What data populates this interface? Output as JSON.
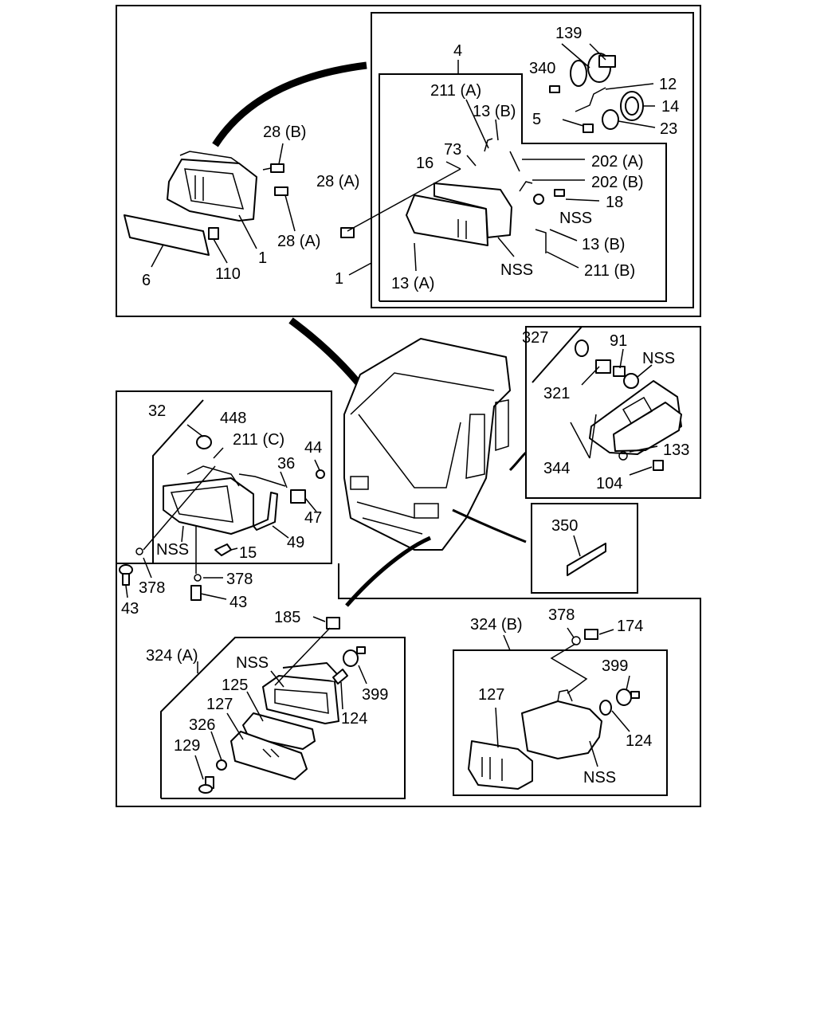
{
  "callouts": {
    "c139": "139",
    "c340": "340",
    "c4": "4",
    "c211a": "211 (A)",
    "c13b_top": "13 (B)",
    "c12": "12",
    "c14": "14",
    "c5": "5",
    "c23": "23",
    "c73": "73",
    "c16": "16",
    "c202a": "202 (A)",
    "c202b": "202 (B)",
    "c28b": "28 (B)",
    "c28a_left": "28 (A)",
    "c28a_mid": "28 (A)",
    "c18": "18",
    "c nss_a": "NSS",
    "c13b_low": "13 (B)",
    "c211b": "211 (B)",
    "cnss_b": "NSS",
    "c6": "6",
    "c110": "110",
    "c1_a": "1",
    "c1_b": "1",
    "c13a": "13 (A)",
    "c327": "327",
    "c91": "91",
    "cnss_c": "NSS",
    "c321": "321",
    "c344": "344",
    "c133": "133",
    "c104": "104",
    "c32": "32",
    "c448": "448",
    "c211c": "211 (C)",
    "c44": "44",
    "c36": "36",
    "c47": "47",
    "c49": "49",
    "cnss_d": "NSS",
    "c15": "15",
    "c378_a": "378",
    "c378_b": "378",
    "c43_a": "43",
    "c43_b": "43",
    "c350": "350",
    "c185": "185",
    "c324a": "324 (A)",
    "cnss_e": "NSS",
    "c125": "125",
    "c127_a": "127",
    "c326": "326",
    "c129": "129",
    "c399_a": "399",
    "c124_a": "124",
    "c324b": "324 (B)",
    "c378_c": "378",
    "c174": "174",
    "c399_b": "399",
    "c127_b": "127",
    "c124_b": "124",
    "cnss_f": "NSS"
  }
}
